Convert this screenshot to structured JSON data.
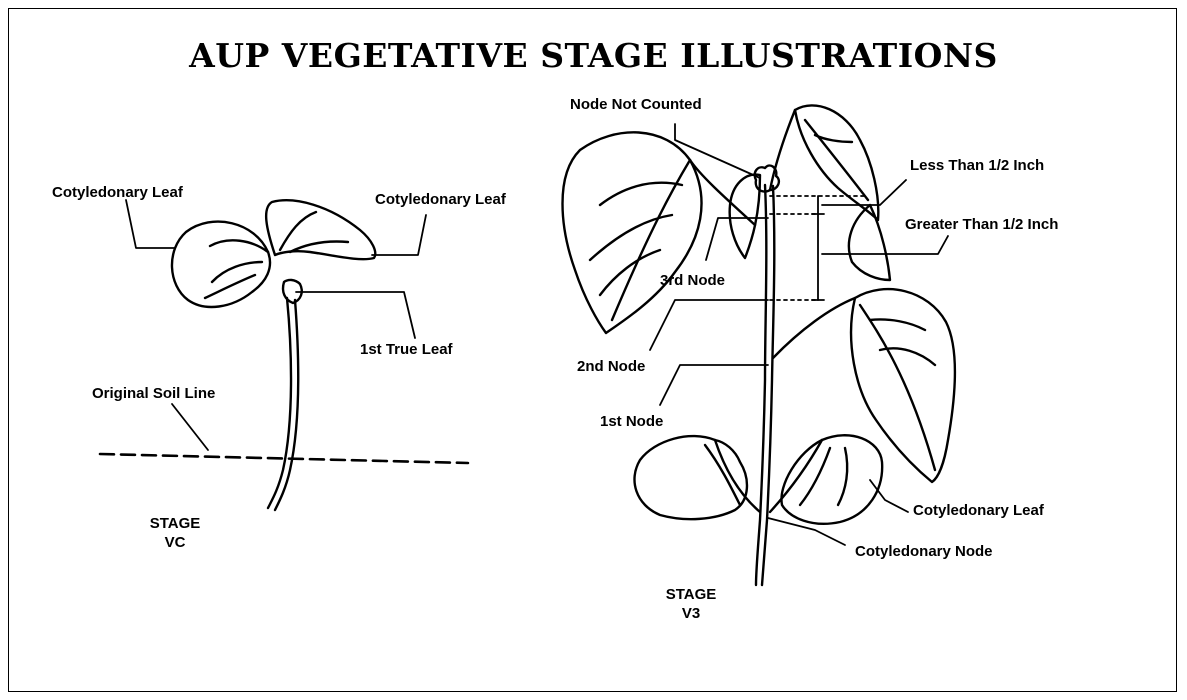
{
  "title": "AUP VEGETATIVE STAGE ILLUSTRATIONS",
  "vc": {
    "labels": {
      "cotyledonary_leaf_left": "Cotyledonary Leaf",
      "cotyledonary_leaf_right": "Cotyledonary Leaf",
      "first_true_leaf": "1st True Leaf",
      "original_soil_line": "Original Soil Line"
    },
    "stage_line1": "STAGE",
    "stage_line2": "VC"
  },
  "v3": {
    "labels": {
      "node_not_counted": "Node Not Counted",
      "less_than": "Less Than 1/2 Inch",
      "greater_than": "Greater Than 1/2 Inch",
      "third_node": "3rd Node",
      "second_node": "2nd Node",
      "first_node": "1st Node",
      "cotyledonary_leaf": "Cotyledonary Leaf",
      "cotyledonary_node": "Cotyledonary Node"
    },
    "stage_line1": "STAGE",
    "stage_line2": "V3"
  }
}
